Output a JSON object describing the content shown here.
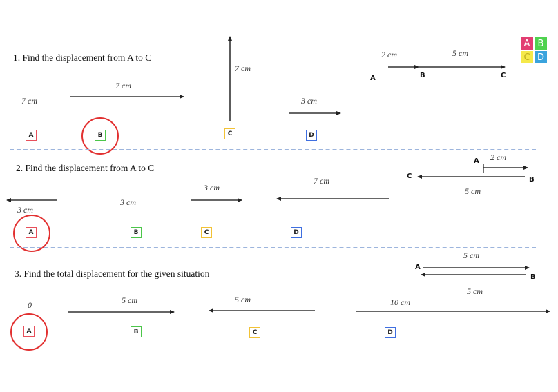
{
  "legend": {
    "a": "A",
    "b": "B",
    "c": "C",
    "d": "D",
    "colors": {
      "a": "#e23e72",
      "b": "#4fd24f",
      "c": "#f5e94a",
      "d": "#3aa3dd"
    }
  },
  "q1": {
    "text": "1. Find the displacement from A to C",
    "opt_a_label": "7 cm",
    "opt_b_label": "7 cm",
    "opt_c_label": "7 cm",
    "opt_d_label": "3 cm",
    "ref_ab": "2 cm",
    "ref_bc": "5 cm",
    "pt_a": "A",
    "pt_b": "B",
    "pt_c": "C",
    "choice_a": "A",
    "choice_b": "B",
    "choice_c": "C",
    "choice_d": "D"
  },
  "q2": {
    "text": "2. Find the displacement from A to C",
    "opt_a_label": "3 cm",
    "opt_b_label": "3 cm",
    "opt_c_label": "3 cm",
    "opt_d_label": "7 cm",
    "ref_ab": "2 cm",
    "ref_cb": "5 cm",
    "pt_a": "A",
    "pt_b": "B",
    "pt_c": "C",
    "choice_a": "A",
    "choice_b": "B",
    "choice_c": "C",
    "choice_d": "D"
  },
  "q3": {
    "text": "3. Find the total displacement for the given situation",
    "opt_a_label": "0",
    "opt_b_label": "5 cm",
    "opt_c_label": "5 cm",
    "opt_d_label": "10 cm",
    "ref_top": "5 cm",
    "ref_bottom": "5 cm",
    "pt_a": "A",
    "pt_b": "B",
    "choice_a": "A",
    "choice_b": "B",
    "choice_c": "C",
    "choice_d": "D"
  },
  "colors": {
    "choice_a": "#e8505b",
    "choice_b": "#4cc64a",
    "choice_c": "#f2c236",
    "choice_d": "#3f6fe0",
    "highlight": "#e23131",
    "separator": "#9db5dd"
  }
}
